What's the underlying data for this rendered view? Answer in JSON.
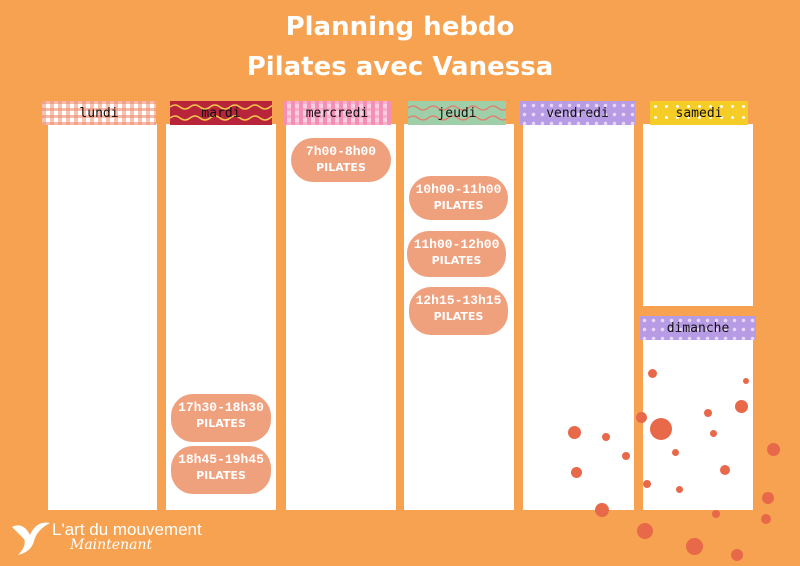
{
  "header": {
    "line1": "Planning hebdo",
    "line2": "Pilates avec Vanessa"
  },
  "days": {
    "lundi": "lundi",
    "mardi": "mardi",
    "mercredi": "mercredi",
    "jeudi": "jeudi",
    "vendredi": "vendredi",
    "samedi": "samedi",
    "dimanche": "dimanche"
  },
  "sessions": {
    "mercredi_1": {
      "time": "7h00-8h00",
      "activity": "PILATES"
    },
    "jeudi_1": {
      "time": "10h00-11h00",
      "activity": "PILATES"
    },
    "jeudi_2": {
      "time": "11h00-12h00",
      "activity": "PILATES"
    },
    "jeudi_3": {
      "time": "12h15-13h15",
      "activity": "PILATES"
    },
    "mardi_1": {
      "time": "17h30-18h30",
      "activity": "PILATES"
    },
    "mardi_2": {
      "time": "18h45-19h45",
      "activity": "PILATES"
    }
  },
  "logo": {
    "name": "L'art du mouvement",
    "tagline": "Maintenant"
  },
  "colors": {
    "background": "#F6A251",
    "pill": "#EFA07D",
    "dots": "#E8684A"
  }
}
